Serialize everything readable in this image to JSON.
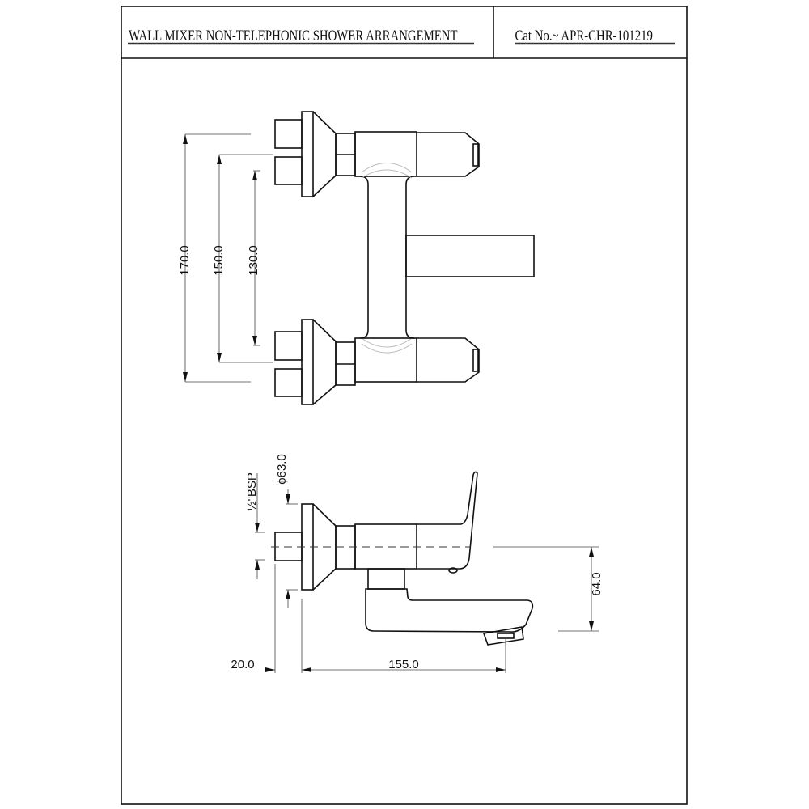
{
  "header": {
    "title": "WALL MIXER NON-TELEPHONIC SHOWER ARRANGEMENT",
    "catalog_number": "Cat No.~ APR-CHR-101219"
  },
  "top_view": {
    "dimensions": {
      "overall_height": "170.0",
      "inlet_spacing_outer": "150.0",
      "inlet_spacing_inner": "130.0"
    }
  },
  "side_view": {
    "dimensions": {
      "thread": "½\"BSP",
      "flange_diameter": "ϕ63.0",
      "spout_drop": "64.0",
      "inlet_length": "20.0",
      "projection": "155.0"
    }
  }
}
